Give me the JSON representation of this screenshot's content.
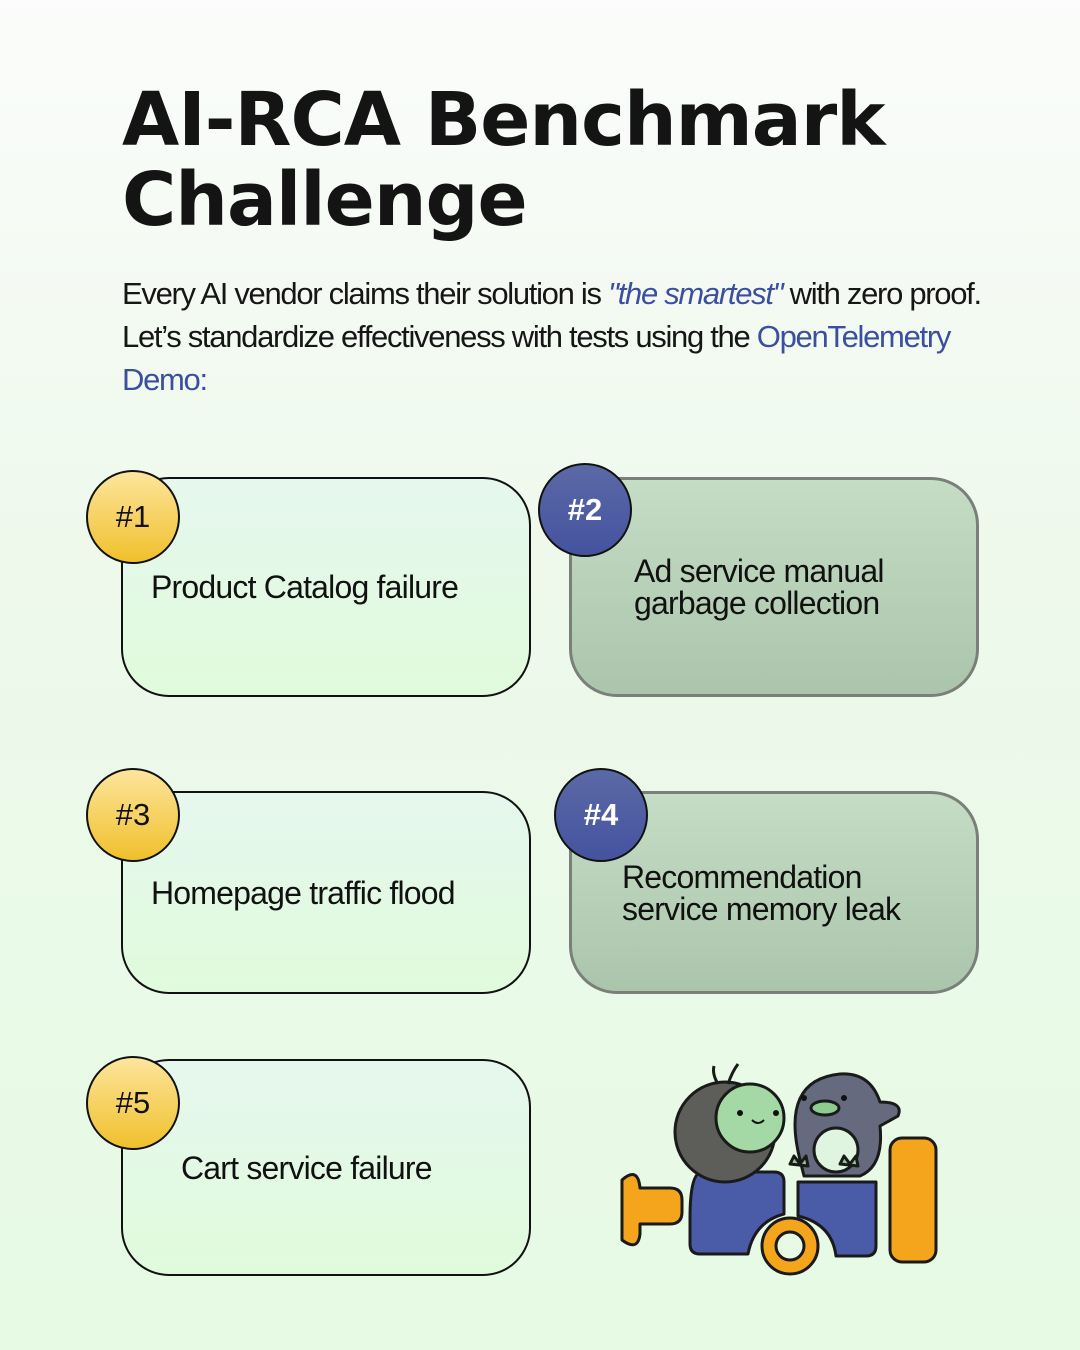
{
  "header": {
    "title_line1": "AI-RCA Benchmark",
    "title_line2": "Challenge"
  },
  "intro": {
    "part1": "Every AI vendor claims their solution is ",
    "emphasis": "\"the smartest\"",
    "part2": " with zero proof. Let’s standardize effectiveness with tests using the ",
    "link": "OpenTelemetry Demo:"
  },
  "cards": [
    {
      "badge": "#1",
      "label": "Product Catalog failure"
    },
    {
      "badge": "#2",
      "label": "Ad service manual garbage collection"
    },
    {
      "badge": "#3",
      "label": "Homepage traffic flood"
    },
    {
      "badge": "#4",
      "label": "Recommendation service memory leak"
    },
    {
      "badge": "#5",
      "label": "Cart service failure"
    }
  ],
  "colors": {
    "accent_blue": "#3b4fa0",
    "badge_yellow": "#f0c02c",
    "badge_blue": "#44539f",
    "orange": "#f4a51c"
  }
}
